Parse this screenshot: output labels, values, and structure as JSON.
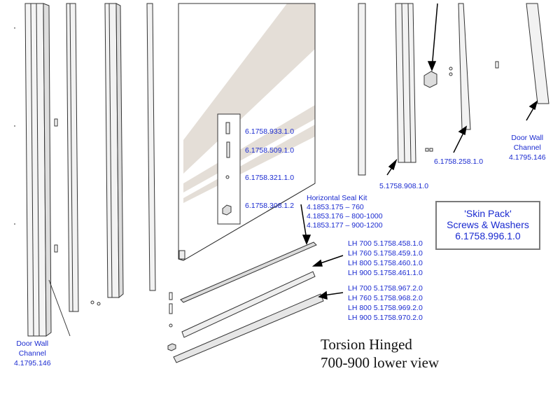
{
  "diagram": {
    "title": [
      "Torsion Hinged",
      "700-900 lower view"
    ],
    "door_wall_channel_left": [
      "Door Wall",
      "Channel",
      "4.1795.146"
    ],
    "door_wall_channel_right": [
      "Door Wall",
      "Channel",
      "4.1795.146"
    ],
    "fittings": [
      "6.1758.933.1.0",
      "6.1758.509.1.0",
      "6.1758.321.1.0",
      "6.1758.308.1.2"
    ],
    "profile_a": "5.1758.908.1.0",
    "profile_b": "6.1758.258.1.0",
    "seal_kit": {
      "title": "Horizontal Seal Kit",
      "items": [
        "4.1853.175 – 760",
        "4.1853.176 – 800-1000",
        "4.1853.177 – 900-1200"
      ]
    },
    "lh_group_1": [
      "LH 700 5.1758.458.1.0",
      "LH 760 5.1758.459.1.0",
      "LH 800 5.1758.460.1.0",
      "LH 900 5.1758.461.1.0"
    ],
    "lh_group_2": [
      "LH 700 5.1758.967.2.0",
      "LH 760 5.1758.968.2.0",
      "LH 800 5.1758.969.2.0",
      "LH 900 5.1758.970.2.0"
    ],
    "skin_pack": [
      "'Skin Pack'",
      "Screws & Washers",
      "6.1758.996.1.0"
    ],
    "colors": {
      "label": "#1a2ad0",
      "line": "#333333",
      "glass_band": "#e2dcd5",
      "box_border": "#7a7a7a"
    }
  }
}
